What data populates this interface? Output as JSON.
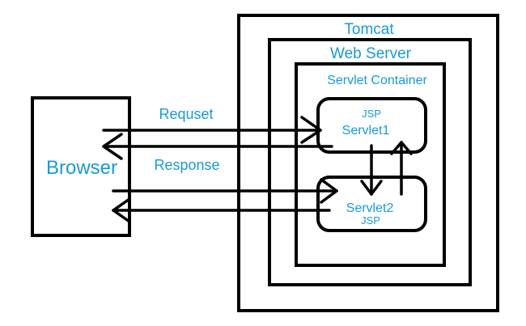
{
  "diagram": {
    "containers": {
      "tomcat": "Tomcat",
      "web_server": "Web Server",
      "servlet_container": "Servlet Container"
    },
    "browser": "Browser",
    "servlet1": {
      "top_label": "JSP",
      "name": "Servlet1"
    },
    "servlet2": {
      "name": "Servlet2",
      "bottom_label": "JSP"
    },
    "arrows": {
      "request": "Requset",
      "response": "Response"
    },
    "colors": {
      "label": "#1a9ad6",
      "stroke": "#000000"
    }
  }
}
